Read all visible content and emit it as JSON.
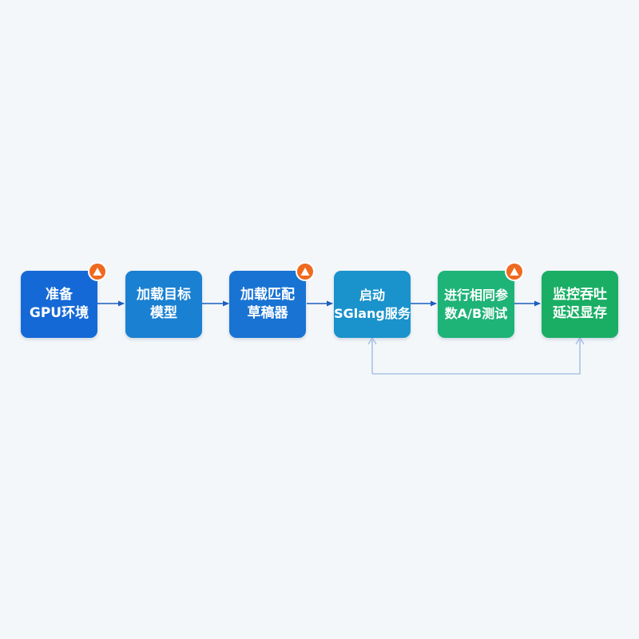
{
  "diagram": {
    "steps": [
      {
        "line1": "准备",
        "line2": "GPU环境",
        "color": "#1569d6",
        "warning": true
      },
      {
        "line1": "加载目标",
        "line2": "模型",
        "color": "#1a80d2",
        "warning": false
      },
      {
        "line1": "加载匹配",
        "line2": "草稿器",
        "color": "#1873d3",
        "warning": true
      },
      {
        "line1": "启动",
        "line2": "SGlang服务",
        "color": "#1a92cc",
        "warning": false
      },
      {
        "line1": "进行相同参",
        "line2": "数A/B测试",
        "color": "#1eb377",
        "warning": true
      },
      {
        "line1": "监控吞吐",
        "line2": "延迟显存",
        "color": "#1aae64",
        "warning": false
      }
    ],
    "colors": {
      "arrow": "#1d5fbf",
      "feedback": "#a9c4e6",
      "warning_badge": "#ef6a1f",
      "background": "#f4f7fa"
    },
    "icons": {
      "warning": "warning-triangle-icon"
    }
  }
}
